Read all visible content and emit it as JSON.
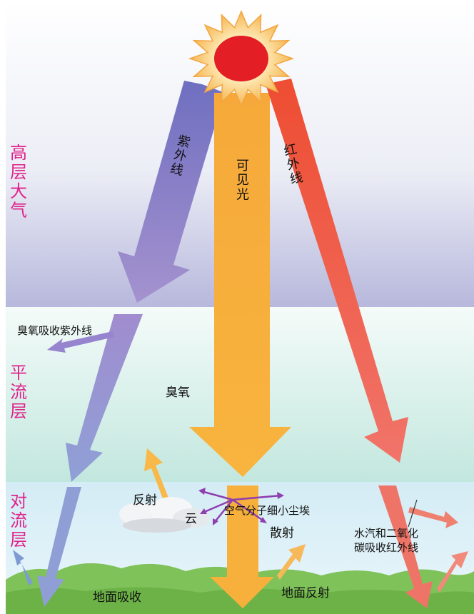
{
  "layers": {
    "upper": "高层大气",
    "strat": "平流层",
    "tropo": "对流层"
  },
  "radiation": {
    "uv": "紫外线",
    "visible": "可见光",
    "ir": "红外线"
  },
  "labels": {
    "ozone_absorb_uv": "臭氧吸收紫外线",
    "ozone": "臭氧",
    "reflect": "反射",
    "cloud": "云",
    "scatter_particles": "空气分子细小尘埃",
    "scatter": "散射",
    "h2o_co2_line1": "水汽和二氧化",
    "h2o_co2_line2": "碳吸收红外线",
    "ground_absorb": "地面吸收",
    "ground_reflect": "地面反射"
  },
  "colors": {
    "uv": "#8a80c4",
    "visible": "#f5a830",
    "ir": "#ef5a3a",
    "layer_label": "#e0228a",
    "sun_core": "#e31e24",
    "ground": "#7fc25a"
  }
}
